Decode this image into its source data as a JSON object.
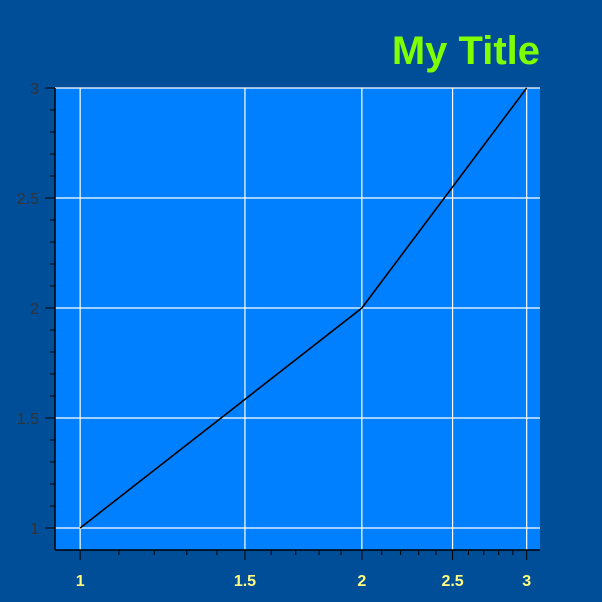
{
  "chart_data": {
    "type": "line",
    "title": "My Title",
    "xlabel": "",
    "ylabel": "",
    "xscale": "log",
    "xlim": [
      0.94,
      3.1
    ],
    "ylim": [
      0.9,
      3.0
    ],
    "x": [
      1,
      2,
      3
    ],
    "y": [
      1,
      2,
      3
    ],
    "xticks": [
      1,
      1.5,
      2,
      2.5,
      3
    ],
    "xtick_labels": [
      "1",
      "1.5",
      "2",
      "2.5",
      "3"
    ],
    "yticks": [
      1,
      1.5,
      2,
      2.5,
      3
    ],
    "ytick_labels": [
      "1",
      "1.5",
      "2",
      "2.5",
      "3"
    ],
    "grid": true,
    "colors": {
      "background": "#004e98",
      "plot_area": "#0080ff",
      "grid": "#ffffff",
      "line": "#000000",
      "title": "#7fff00",
      "xtick_text": "#ffff80",
      "ytick_text": "#333333",
      "axis": "#000000"
    }
  }
}
